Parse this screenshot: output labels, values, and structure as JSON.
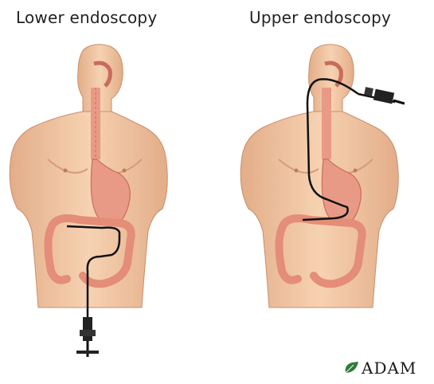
{
  "panels": [
    {
      "title": "Lower endoscopy"
    },
    {
      "title": "Upper endoscopy"
    }
  ],
  "brand": {
    "text": "ADAM",
    "icon": "leaf-icon"
  },
  "colors": {
    "skin": "#f3c9a4",
    "skin_shadow": "#e0a882",
    "organ": "#e99a86",
    "organ_dark": "#c86c5c",
    "scope": "#111111"
  }
}
